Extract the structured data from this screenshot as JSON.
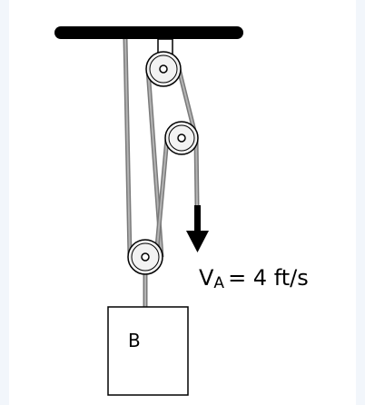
{
  "diagram": {
    "block_label": "B",
    "velocity": {
      "symbol": "V",
      "subscript": "A",
      "equals_value": "= 4 ft/s"
    }
  },
  "colors": {
    "rope": "#9a9a9a",
    "rope_edge": "#707070",
    "ceiling": "#000000",
    "pulley_fill": "#f2f2f2",
    "block_fill": "#ffffff",
    "arrow": "#000000",
    "text": "#000000"
  }
}
